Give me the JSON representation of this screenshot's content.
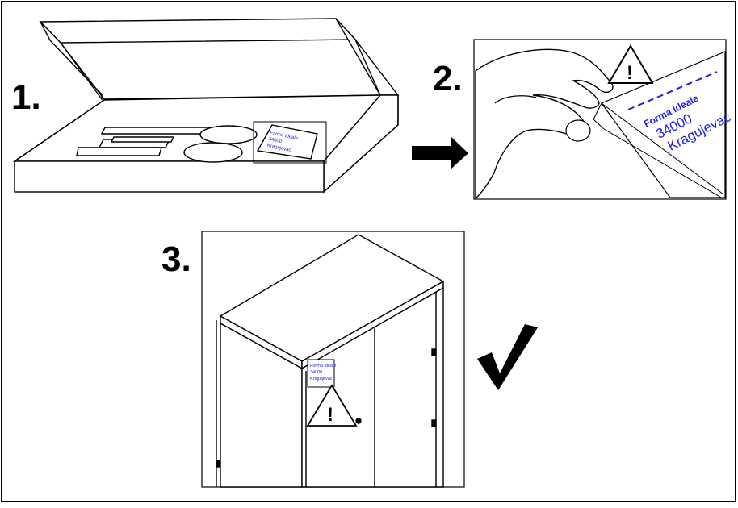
{
  "steps": {
    "step1": "1.",
    "step2": "2.",
    "step3": "3."
  },
  "sticker": {
    "brand": "Forma Ideale",
    "code": "34000",
    "city": "Kragujevac"
  },
  "warning": {
    "symbol": "!"
  },
  "icons": {
    "arrow": "right-arrow-icon",
    "check": "checkmark-icon",
    "warning": "warning-triangle-icon"
  },
  "colors": {
    "line": "#000000",
    "sticker_text": "#2222dd",
    "background": "#ffffff"
  }
}
